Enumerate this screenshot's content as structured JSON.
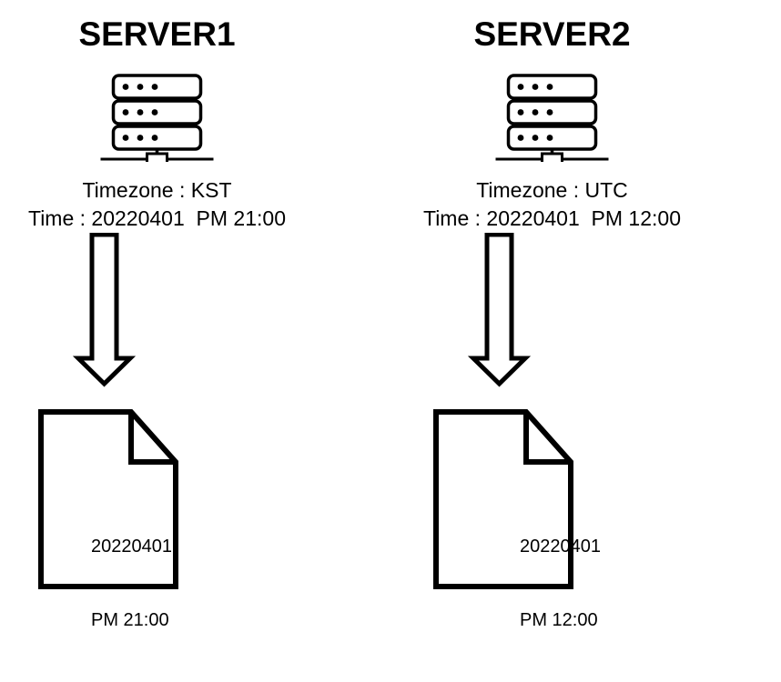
{
  "diagram": {
    "background": "#ffffff",
    "stroke": "#000000",
    "columns": [
      {
        "id": "server1",
        "title": "SERVER1",
        "icon": "server-rack-icon",
        "timezone_line": "Timezone : KST",
        "time_line": "Time : 20220401  PM 21:00",
        "timezone_value": "KST",
        "time_value": "20220401  PM 21:00",
        "arrow": "down-arrow-icon",
        "document": {
          "icon": "document-page-icon",
          "line1": "20220401",
          "line2": "PM 21:00"
        }
      },
      {
        "id": "server2",
        "title": "SERVER2",
        "icon": "server-rack-icon",
        "timezone_line": "Timezone : UTC",
        "time_line": "Time : 20220401  PM 12:00",
        "timezone_value": "UTC",
        "time_value": "20220401  PM 12:00",
        "arrow": "down-arrow-icon",
        "document": {
          "icon": "document-page-icon",
          "line1": "20220401",
          "line2": "PM 12:00"
        }
      }
    ]
  }
}
